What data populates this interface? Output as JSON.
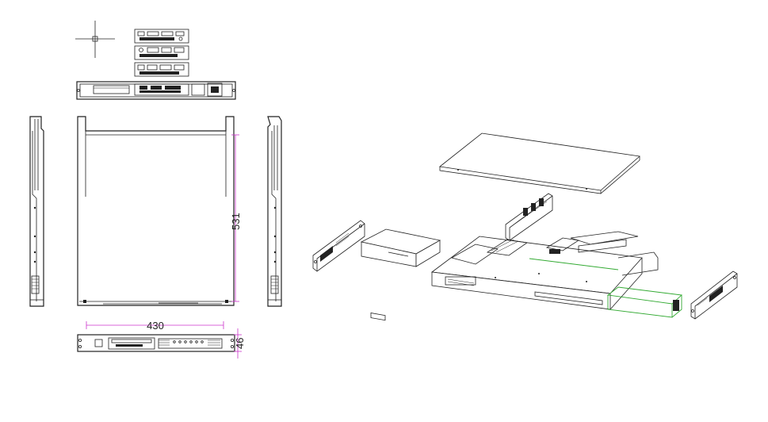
{
  "dimensions": {
    "width_label": "430",
    "depth_label": "531",
    "height_label": "46"
  },
  "colors": {
    "dimension_line": "#cc33cc",
    "highlight": "#33aa33",
    "line": "#222222",
    "background": "#ffffff"
  }
}
